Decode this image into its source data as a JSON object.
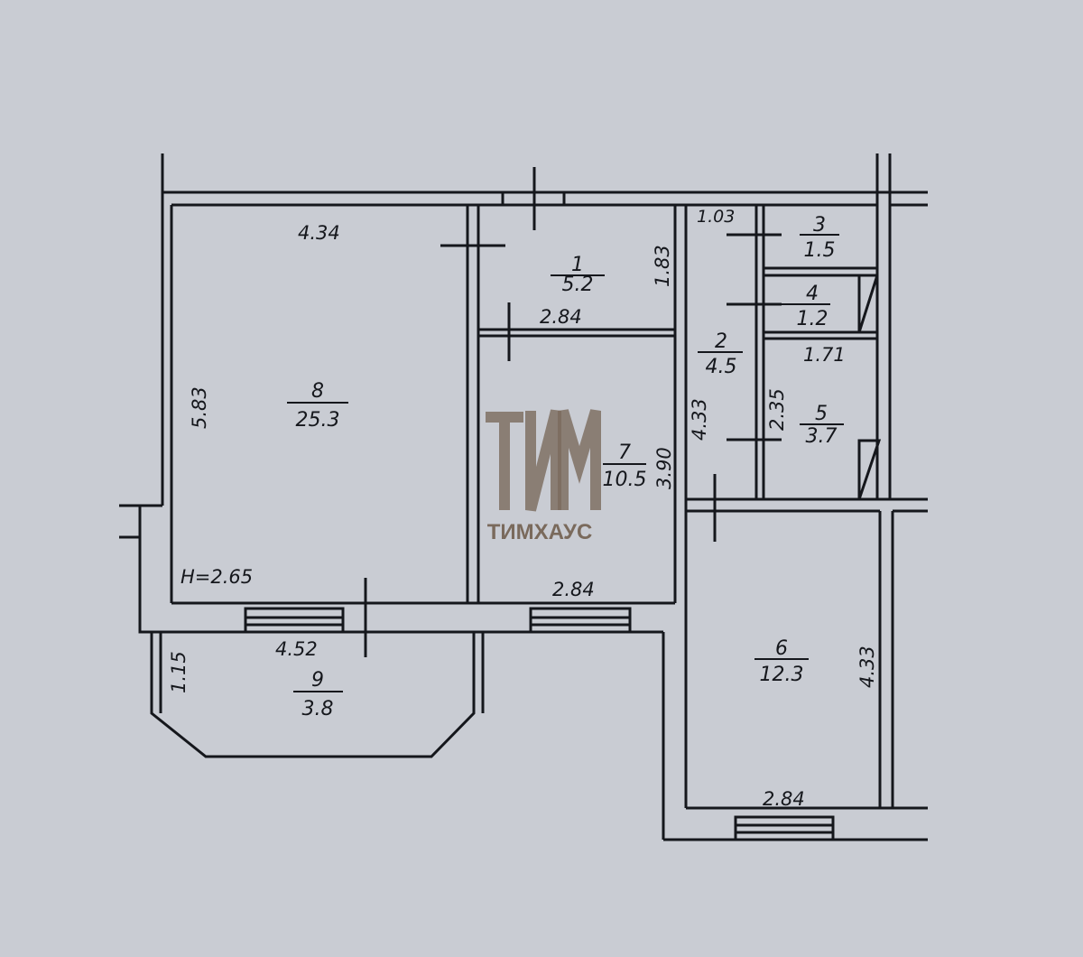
{
  "plan": {
    "ceiling_height": "H=2.65",
    "rooms": [
      {
        "number": "1",
        "area": "5.2"
      },
      {
        "number": "2",
        "area": "4.5"
      },
      {
        "number": "3",
        "area": "1.5"
      },
      {
        "number": "4",
        "area": "1.2"
      },
      {
        "number": "5",
        "area": "3.7"
      },
      {
        "number": "6",
        "area": "12.3"
      },
      {
        "number": "7",
        "area": "10.5"
      },
      {
        "number": "8",
        "area": "25.3"
      },
      {
        "number": "9",
        "area": "3.8"
      }
    ],
    "dimensions": {
      "room8_width": "4.34",
      "room8_length": "5.83",
      "room1_width": "2.84",
      "room1_length": "1.83",
      "room7_length": "3.90",
      "room7_width": "2.84",
      "balcony_width": "4.52",
      "balcony_depth": "1.15",
      "room2_width": "1.03",
      "room2_length": "4.33",
      "room5_width": "1.71",
      "room5_length": "2.35",
      "room6_length": "4.33",
      "room6_width": "2.84"
    }
  },
  "watermark": {
    "logo": "ТИМ",
    "brand": "ТИМХАУС"
  }
}
